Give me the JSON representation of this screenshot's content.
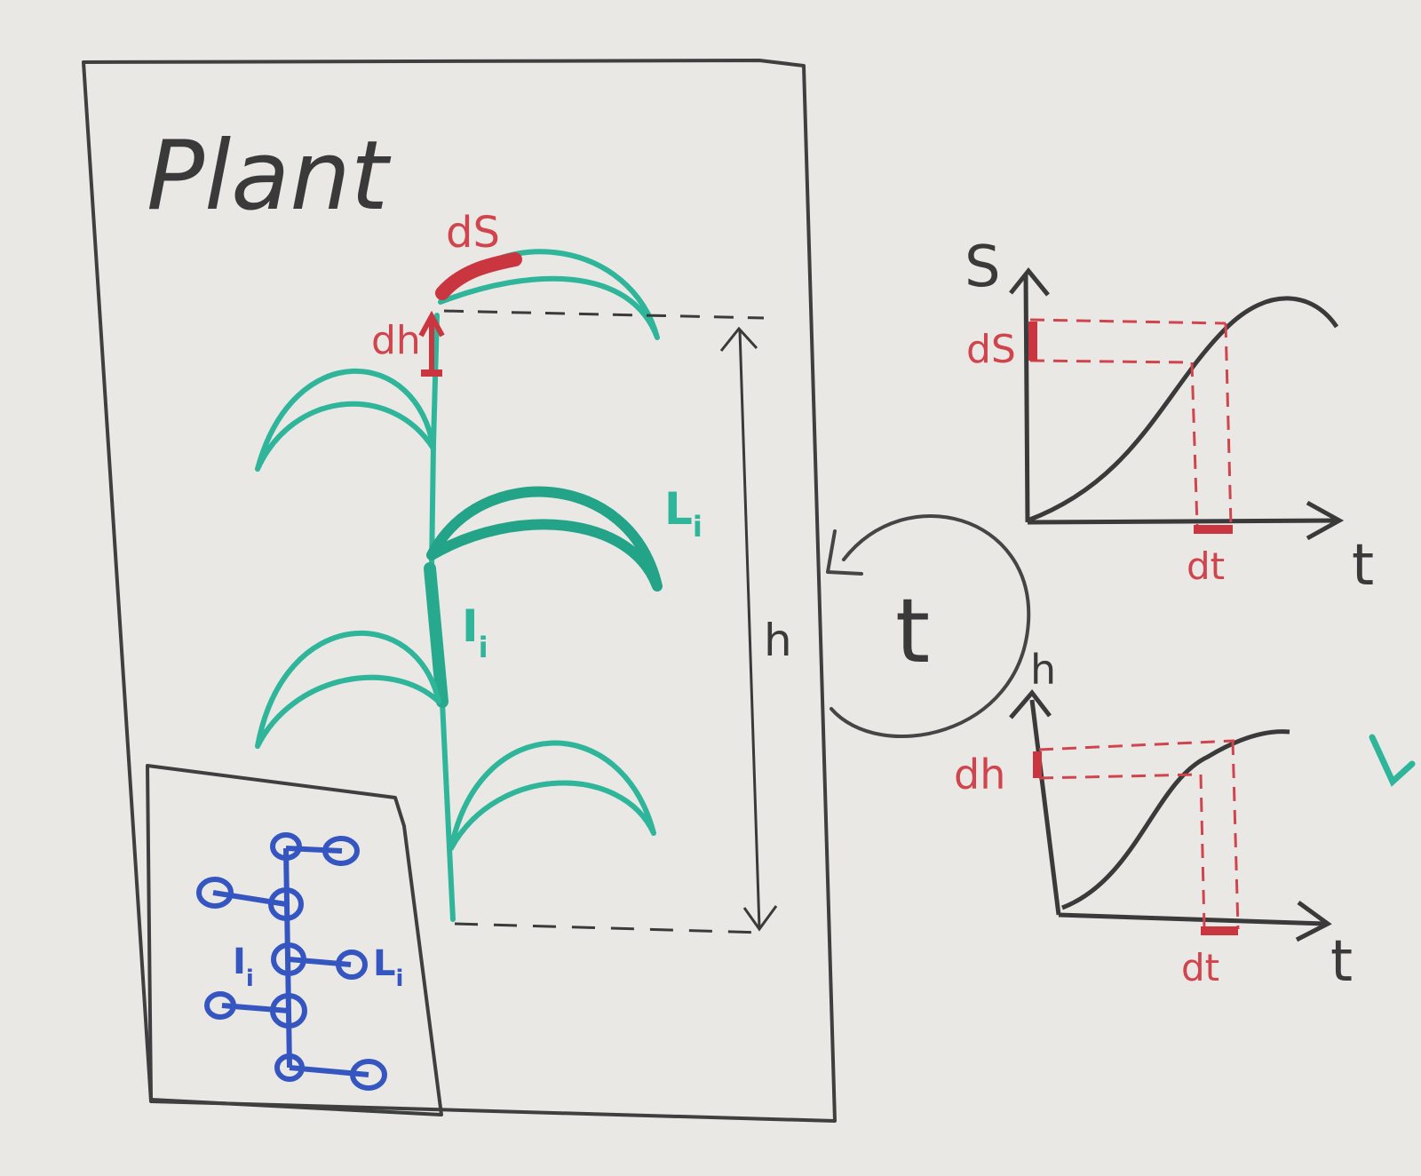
{
  "colors": {
    "board": "#e9e8e5",
    "black_marker": "#3a3a3a",
    "red_marker": "#d0454d",
    "green_marker": "#2fb59a",
    "blue_marker": "#3556c0"
  },
  "plant_panel": {
    "title": "Plant",
    "surface_increment_label": "dS",
    "height_increment_label": "dh",
    "leaf_label": "L",
    "leaf_subscript": "i",
    "internode_label": "I",
    "internode_subscript": "i",
    "height_label": "h"
  },
  "topology_inset": {
    "internode_label": "I",
    "internode_subscript": "i",
    "leaf_label": "L",
    "leaf_subscript": "i"
  },
  "time_loop": {
    "label": "t"
  },
  "surface_graph": {
    "y_label": "S",
    "x_label": "t",
    "dy_label": "dS",
    "dx_label": "dt"
  },
  "height_graph": {
    "y_label": "h",
    "x_label": "t",
    "dy_label": "dh",
    "dx_label": "dt"
  }
}
